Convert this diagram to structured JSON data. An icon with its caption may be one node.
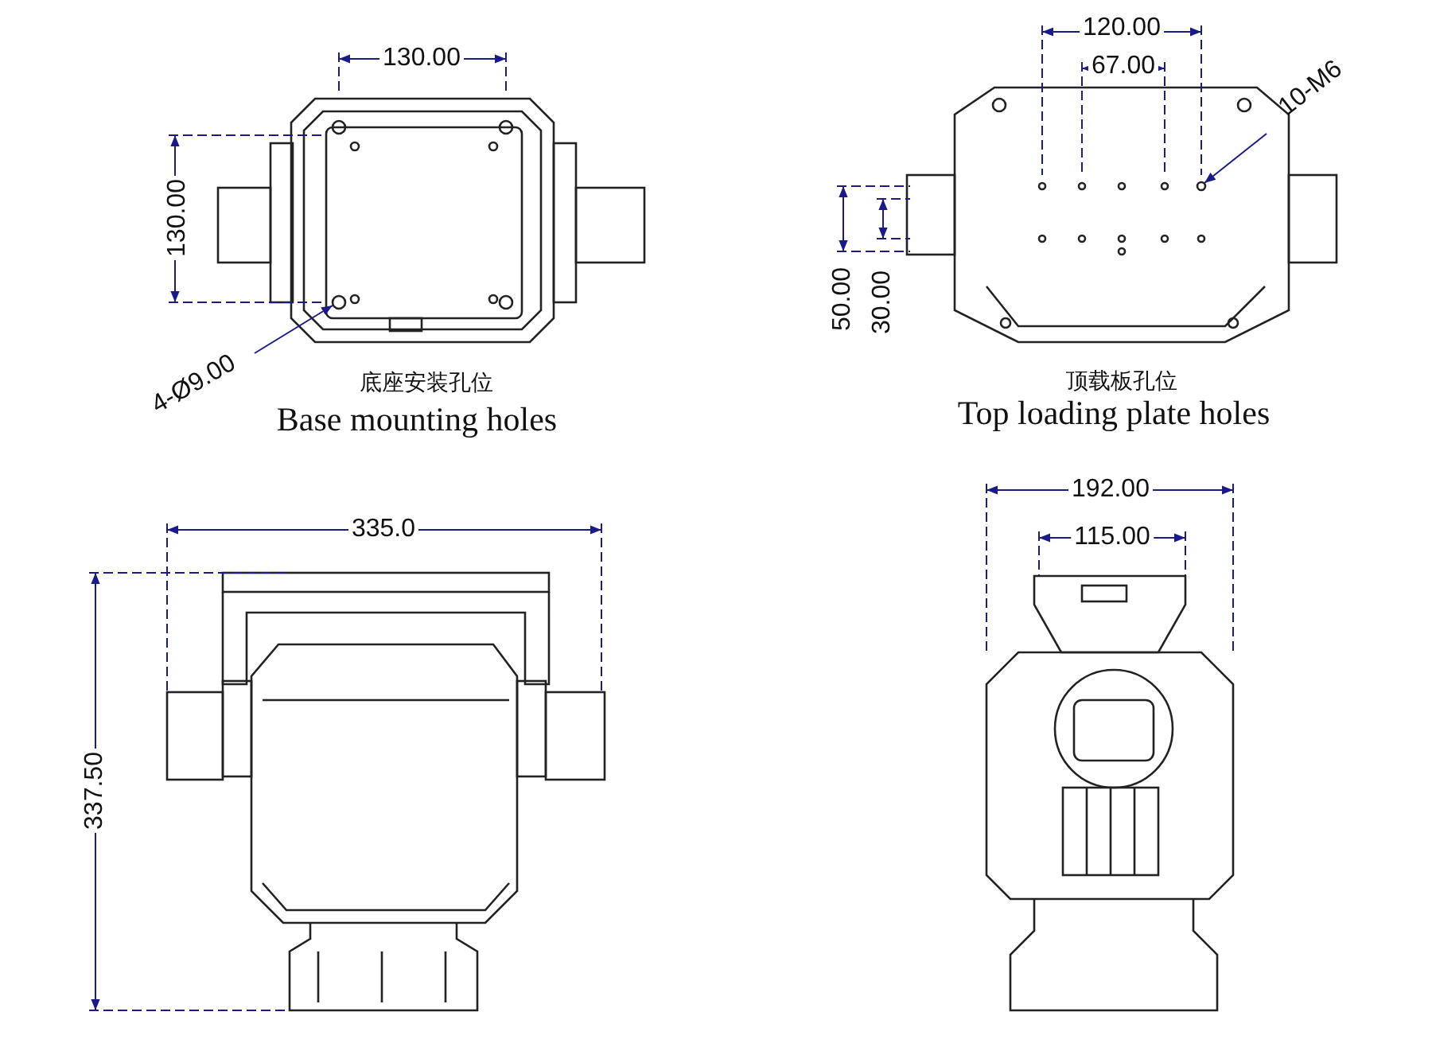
{
  "diagram": {
    "nodes": [
      {
        "text": [
          "4-Ø9.00"
        ]
      },
      {
        "text": [],
        "shape": "circle"
      },
      {
        "text": [
          "10-M6"
        ]
      },
      {
        "text": [],
        "shape": "circle"
      }
    ],
    "edges": [
      {
        "from": 0,
        "to": 1,
        "arrow": "to"
      },
      {
        "from": 2,
        "to": 3,
        "arrow": "to"
      }
    ],
    "labels": [
      "130.00",
      "130.00",
      "底座安装孔位",
      "Base mounting holes",
      "120.00",
      "67.00",
      "50.00",
      "30.00",
      "顶载板孔位",
      "Top loading plate holes",
      "335.0",
      "337.50",
      "192.00",
      "115.00"
    ]
  }
}
